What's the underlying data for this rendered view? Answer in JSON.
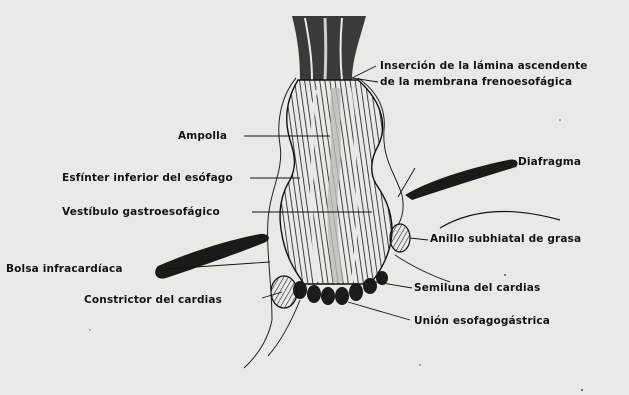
{
  "labels": {
    "insercion_line1": "Inserción de la lámina ascendente",
    "insercion_line2": "de la membrana frenoesofágica",
    "ampolla": "Ampolla",
    "esfinter": "Esfínter inferior del esófago",
    "vestibulo": "Vestíbulo gastroesofágico",
    "diafragma": "Diafragma",
    "anillo": "Anillo subhiatal de grasa",
    "bolsa": "Bolsa infracardíaca",
    "constrictor": "Constrictor del cardias",
    "semiluna": "Semiluna del cardias",
    "union": "Unión esofagogástrica"
  },
  "colors": {
    "background": "#e9e9e6",
    "ink": "#141414"
  }
}
